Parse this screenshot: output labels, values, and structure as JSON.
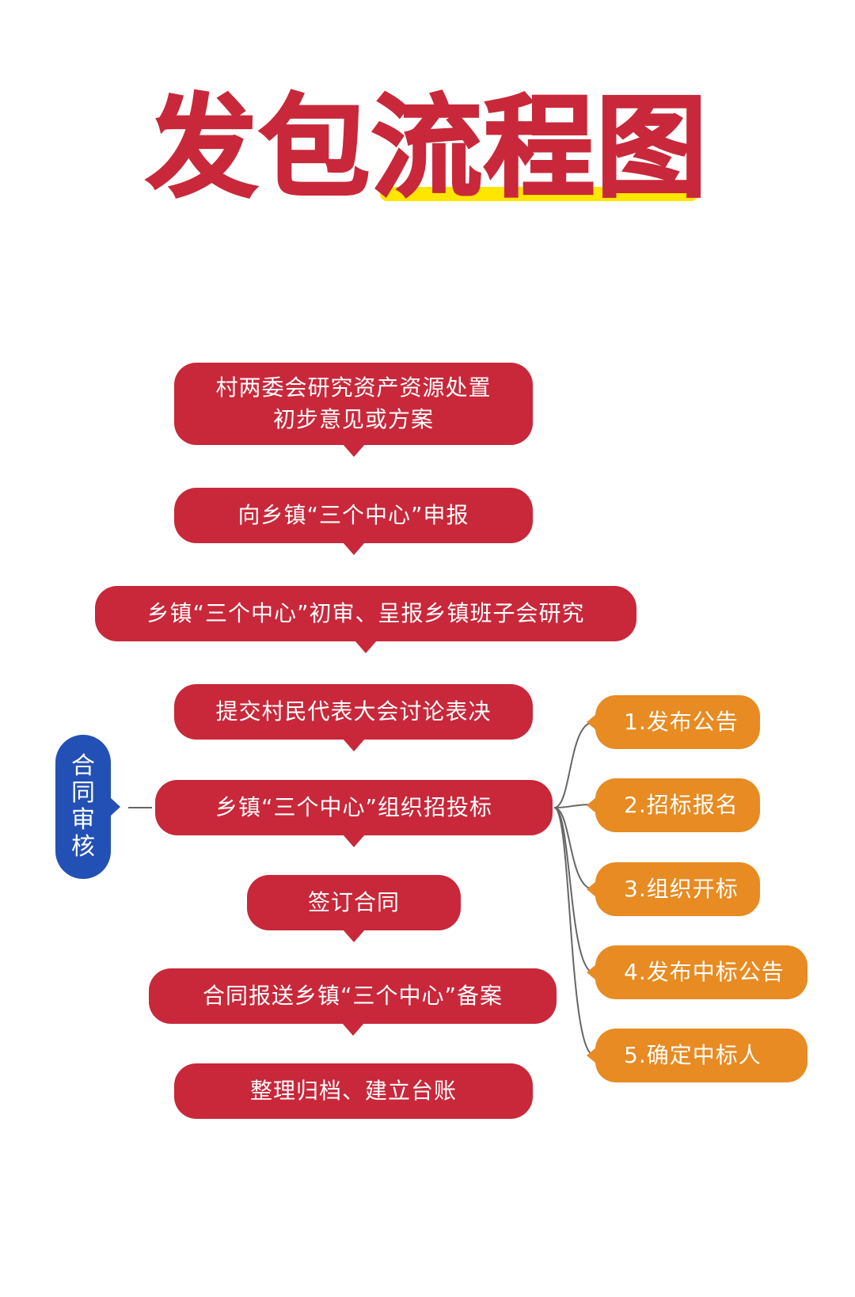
{
  "title": "发包流程图",
  "steps": [
    "村两委会研究资产资源处置\n初步意见或方案",
    "向乡镇“三个中心”申报",
    "乡镇“三个中心”初审、呈报乡镇班子会研究",
    "提交村民代表大会讨论表决",
    "乡镇“三个中心”组织招投标",
    "签订合同",
    "合同报送乡镇“三个中心”备案",
    "整理归档、建立台账"
  ],
  "bidding_steps": [
    "1.发布公告",
    "2.招标报名",
    "3.组织开标",
    "4.发布中标公告",
    "5.确定中标人"
  ],
  "side_label": "合同审核",
  "colors": {
    "title": "#c8283a",
    "highlight": "#ffe600",
    "step": "#c8283a",
    "sub_step": "#e78b22",
    "side": "#2350b4",
    "connector": "#666666"
  }
}
